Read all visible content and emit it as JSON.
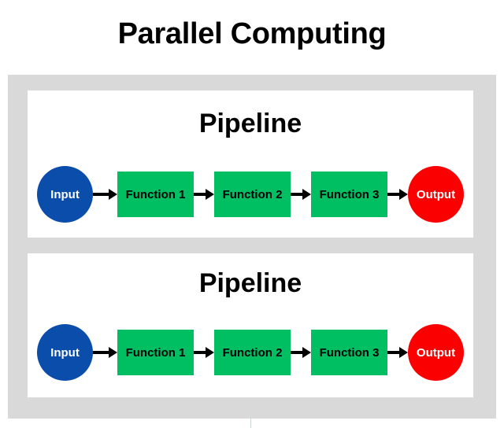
{
  "page": {
    "title": "Parallel Computing",
    "background_color": "#ffffff"
  },
  "colors": {
    "frame_gray": "#d9d9d9",
    "panel_white": "#ffffff",
    "input_blue": "#0b4dab",
    "function_green": "#00bf63",
    "output_red": "#fa0000",
    "arrow_black": "#000000",
    "text_black": "#000000",
    "text_white": "#ffffff"
  },
  "diagram": {
    "pipelines": [
      {
        "heading": "Pipeline",
        "nodes": [
          {
            "label": "Input",
            "shape": "ellipse",
            "role": "input"
          },
          {
            "label": "Function 1",
            "shape": "rectangle",
            "role": "stage"
          },
          {
            "label": "Function 2",
            "shape": "rectangle",
            "role": "stage"
          },
          {
            "label": "Function 3",
            "shape": "rectangle",
            "role": "stage"
          },
          {
            "label": "Output",
            "shape": "ellipse",
            "role": "output"
          }
        ]
      },
      {
        "heading": "Pipeline",
        "nodes": [
          {
            "label": "Input",
            "shape": "ellipse",
            "role": "input"
          },
          {
            "label": "Function 1",
            "shape": "rectangle",
            "role": "stage"
          },
          {
            "label": "Function 2",
            "shape": "rectangle",
            "role": "stage"
          },
          {
            "label": "Function 3",
            "shape": "rectangle",
            "role": "stage"
          },
          {
            "label": "Output",
            "shape": "ellipse",
            "role": "output"
          }
        ]
      }
    ],
    "connector_icon": "arrow-right-icon"
  }
}
